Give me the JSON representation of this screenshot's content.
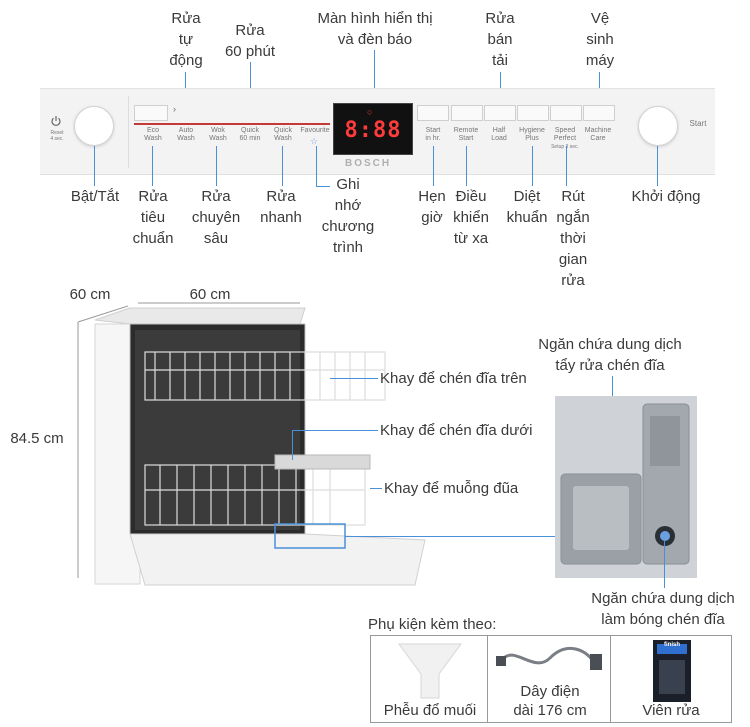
{
  "top_labels": {
    "auto_wash": "Rửa\ntự\nđộng",
    "wash_60": "Rửa\n60 phút",
    "display": "Màn hình hiển thị\nvà đèn báo",
    "half_load": "Rửa\nbán\ntải",
    "machine_care": "Vệ\nsinh\nmáy"
  },
  "bottom_labels": {
    "power": "Bật/Tắt",
    "eco": "Rửa\ntiêu\nchuẩn",
    "intensive": "Rửa\nchuyên\nsâu",
    "quick": "Rửa\nnhanh",
    "favourite": "Ghi\nnhớ\nchương\ntrình",
    "timer": "Hẹn\ngiờ",
    "remote": "Điều\nkhiển\ntừ xa",
    "hygiene": "Diệt\nkhuẩn",
    "speed": "Rút\nngắn\nthời\ngian\nrửa",
    "start": "Khởi động"
  },
  "panel": {
    "reset_text": "Reset\n4 sec.",
    "start_text": "Start",
    "brand": "BOSCH",
    "display_digits": "8:88",
    "buttons_left": [
      {
        "label": "Eco\nWash"
      },
      {
        "label": "Auto\nWash"
      },
      {
        "label": "Wok\nWash"
      },
      {
        "label": "Quick\n60 min"
      },
      {
        "label": "Quick\nWash"
      },
      {
        "label": "Favourite"
      }
    ],
    "buttons_right": [
      {
        "label": "Start\nin hr."
      },
      {
        "label": "Remote\nStart"
      },
      {
        "label": "Half\nLoad"
      },
      {
        "label": "Hygiene\nPlus"
      },
      {
        "label": "Speed\nPerfect"
      },
      {
        "label": "Machine\nCare"
      }
    ],
    "speed_sub": "Setup 3 sec."
  },
  "dimensions": {
    "depth": "60 cm",
    "width": "60 cm",
    "height": "84.5 cm"
  },
  "parts": {
    "upper_rack": "Khay để chén đĩa trên",
    "lower_rack": "Khay để chén đĩa dưới",
    "cutlery": "Khay để muỗng đũa",
    "detergent": "Ngăn chứa dung dịch\ntẩy rửa chén đĩa",
    "rinse": "Ngăn chứa dung dịch\nlàm bóng chén đĩa"
  },
  "accessories": {
    "title": "Phụ kiện kèm theo:",
    "items": [
      {
        "label": "Phễu đổ muối"
      },
      {
        "label": "Dây điện\ndài 176 cm"
      },
      {
        "label": "Viên rửa"
      }
    ],
    "tablet_brand": "finish"
  },
  "colors": {
    "leader": "#4a90d9",
    "display_red": "#ff3b3b",
    "panel_bg": "#f3f3f3"
  }
}
